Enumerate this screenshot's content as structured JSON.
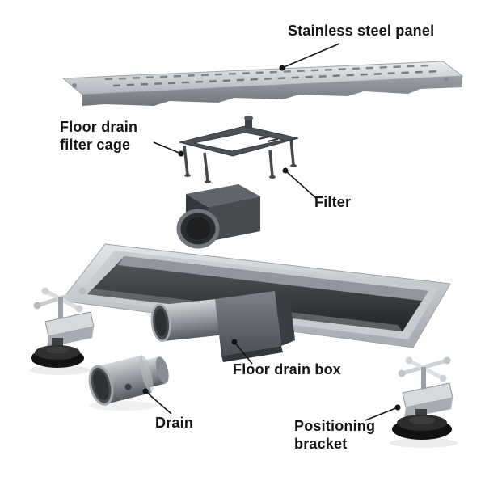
{
  "product_diagram": {
    "background": "#ffffff",
    "label_color": "#141414",
    "part_colors": {
      "stainless_steel": "#c3c8cd",
      "dark_plastic": "#45494e",
      "channel_interior": "#2b2d30",
      "foot_black": "#141414"
    },
    "labels": {
      "panel": "Stainless steel panel",
      "filter_cage": "Floor drain filter cage",
      "filter": "Filter",
      "drain_box": "Floor drain box",
      "drain": "Drain",
      "bracket": "Positioning bracket"
    }
  }
}
